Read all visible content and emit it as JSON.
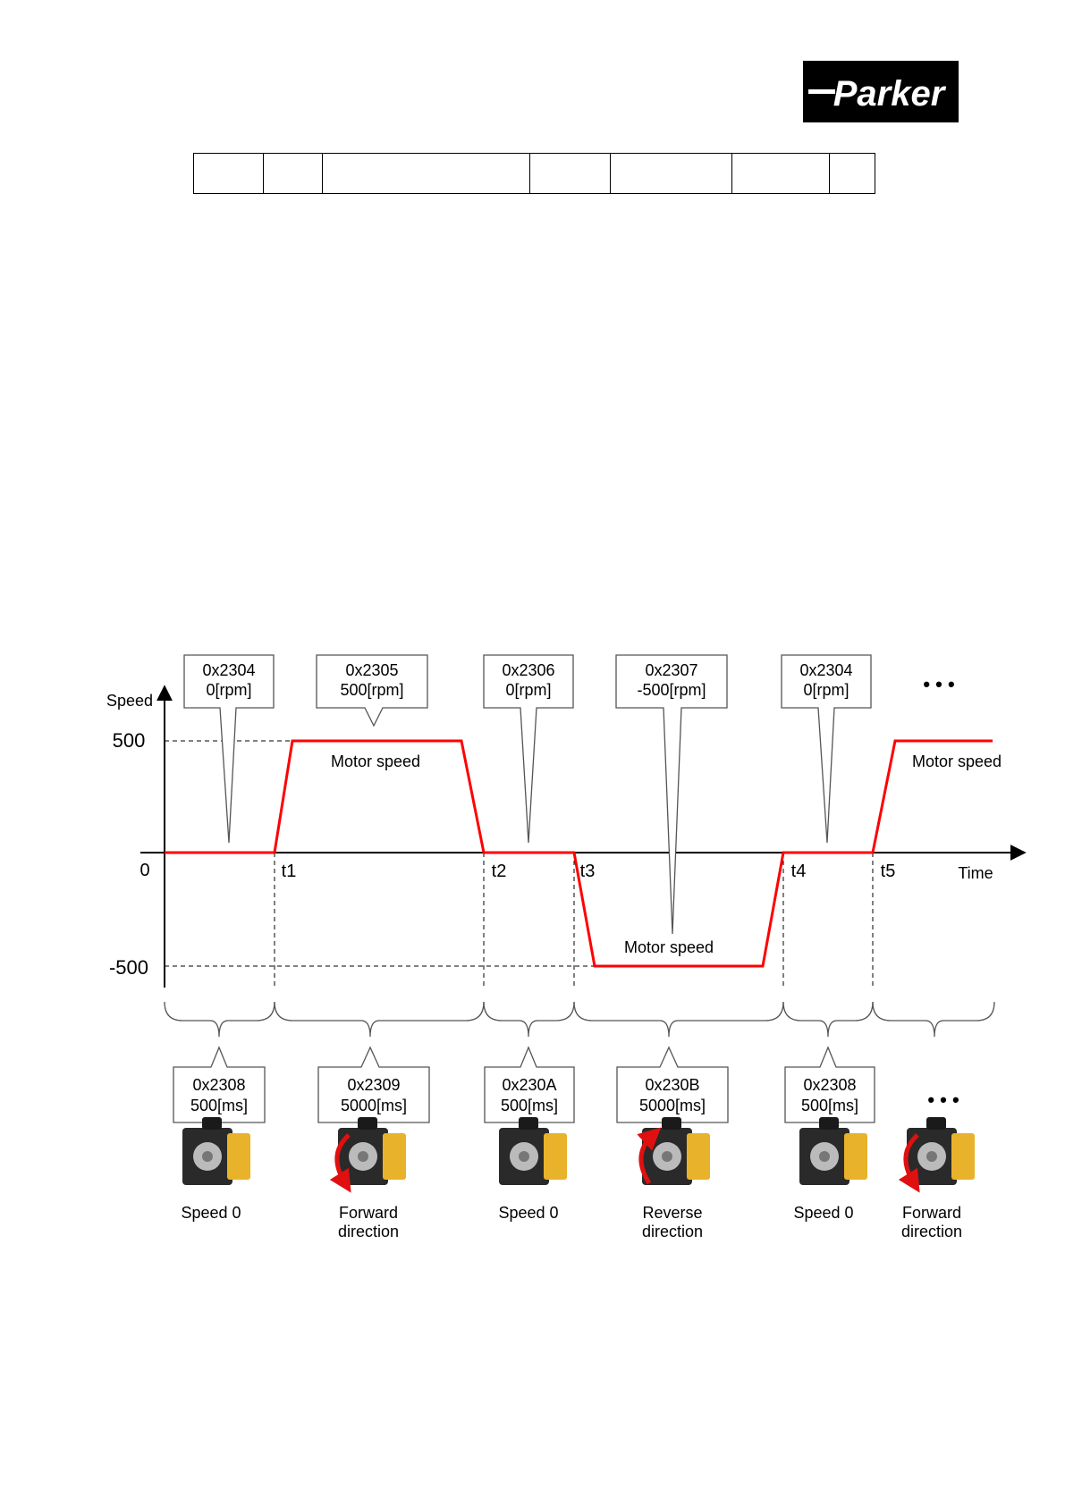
{
  "logo": {
    "text": "Parker",
    "icon": "parker-logo",
    "fill": "#000000"
  },
  "header_table": {
    "cells": [
      "",
      "",
      "",
      "",
      "",
      "",
      ""
    ]
  },
  "diagram": {
    "colors": {
      "speed_line": "#ff0000",
      "axis": "#000000",
      "box_border": "#555555",
      "motor_body": "#2a2a2a",
      "motor_accent": "#e8b32a",
      "arrow": "#e01010"
    },
    "y_axis_label": "Speed",
    "x_axis_label": "Time",
    "origin_label": "0",
    "level_labels": {
      "pos": "500",
      "neg": "-500"
    },
    "time_labels": [
      "t1",
      "t2",
      "t3",
      "t4",
      "t5"
    ],
    "speed_labels": [
      "Motor speed",
      "Motor speed",
      "Motor speed"
    ],
    "top_callouts": [
      {
        "line1": "0x2304",
        "line2": "0[rpm]"
      },
      {
        "line1": "0x2305",
        "line2": "500[rpm]"
      },
      {
        "line1": "0x2306",
        "line2": "0[rpm]"
      },
      {
        "line1": "0x2307",
        "line2": "-500[rpm]"
      },
      {
        "line1": "0x2304",
        "line2": "0[rpm]"
      }
    ],
    "bottom_callouts": [
      {
        "line1": "0x2308",
        "line2": "500[ms]"
      },
      {
        "line1": "0x2309",
        "line2": "5000[ms]"
      },
      {
        "line1": "0x230A",
        "line2": "500[ms]"
      },
      {
        "line1": "0x230B",
        "line2": "5000[ms]"
      },
      {
        "line1": "0x2308",
        "line2": "500[ms]"
      }
    ],
    "ellipsis": "• • •",
    "motors": [
      {
        "line1": "Speed 0",
        "line2": "",
        "arrow": "none"
      },
      {
        "line1": "Forward",
        "line2": "direction",
        "arrow": "forward"
      },
      {
        "line1": "Speed 0",
        "line2": "",
        "arrow": "none"
      },
      {
        "line1": "Reverse",
        "line2": "direction",
        "arrow": "reverse"
      },
      {
        "line1": "Speed 0",
        "line2": "",
        "arrow": "none"
      },
      {
        "line1": "Forward",
        "line2": "direction",
        "arrow": "forward"
      }
    ]
  }
}
